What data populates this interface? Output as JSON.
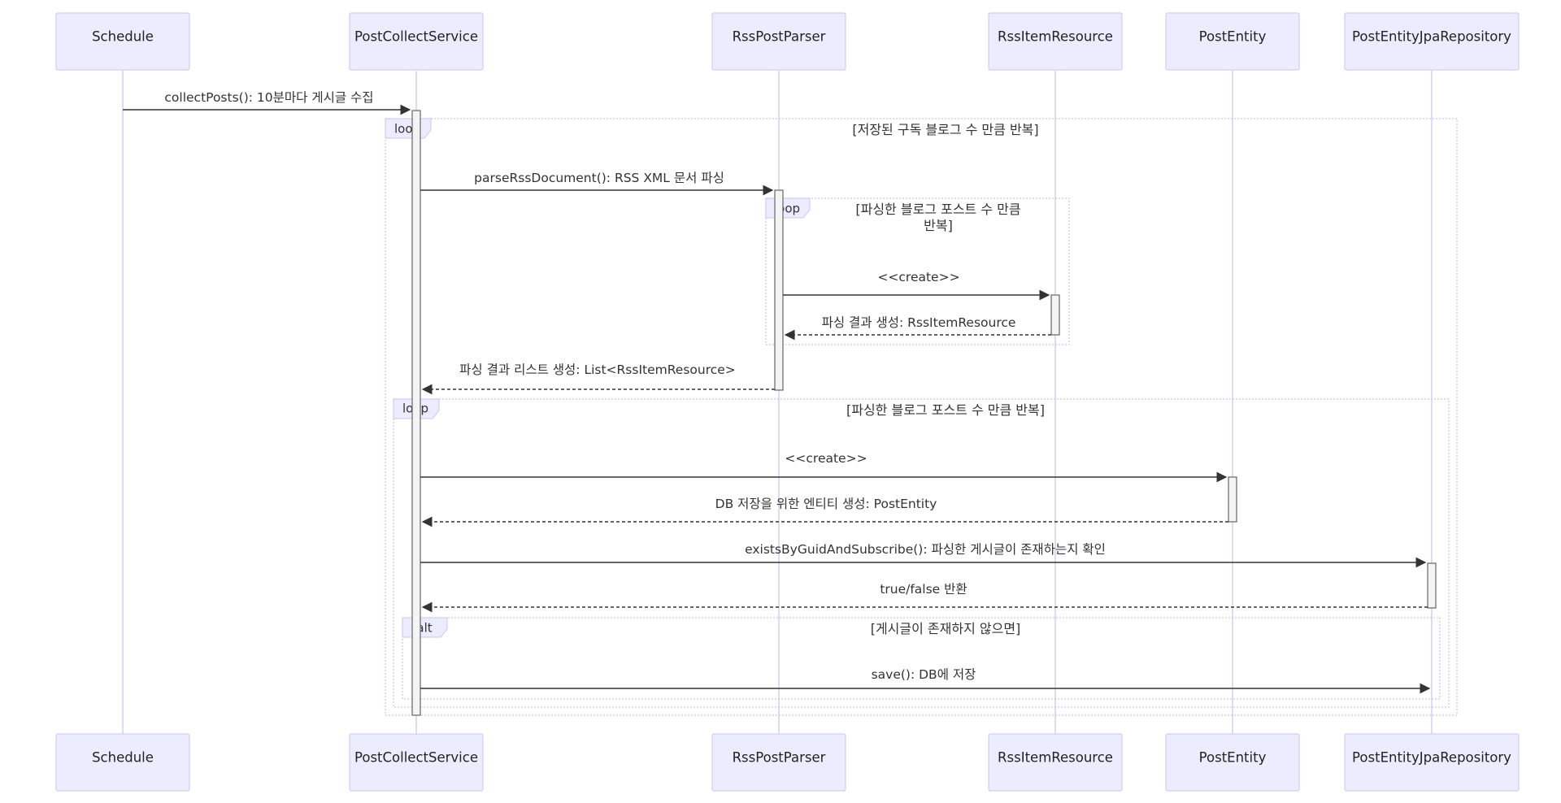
{
  "participants": [
    {
      "id": "schedule",
      "label": "Schedule"
    },
    {
      "id": "postcollect",
      "label": "PostCollectService"
    },
    {
      "id": "rssparser",
      "label": "RssPostParser"
    },
    {
      "id": "rssitem",
      "label": "RssItemResource"
    },
    {
      "id": "postentity",
      "label": "PostEntity"
    },
    {
      "id": "repo",
      "label": "PostEntityJpaRepository"
    }
  ],
  "frames": [
    {
      "id": "loop-outer",
      "kind": "loop",
      "condition": "[저장된 구독 블로그 수 만큼 반복]"
    },
    {
      "id": "loop-parse",
      "kind": "loop",
      "condition_lines": [
        "[파싱한 블로그 포스트 수 만큼",
        "반복]"
      ]
    },
    {
      "id": "loop-save",
      "kind": "loop",
      "condition": "[파싱한 블로그 포스트 수 만큼 반복]"
    },
    {
      "id": "alt-exists",
      "kind": "alt",
      "condition": "[게시글이 존재하지 않으면]"
    }
  ],
  "messages": [
    {
      "id": "m1",
      "from": "schedule",
      "to": "postcollect",
      "style": "solid",
      "text": "collectPosts(): 10분마다 게시글 수집"
    },
    {
      "id": "m2",
      "from": "postcollect",
      "to": "rssparser",
      "style": "solid",
      "text": "parseRssDocument(): RSS XML 문서 파싱"
    },
    {
      "id": "m3",
      "from": "rssparser",
      "to": "rssitem",
      "style": "solid",
      "text": "<<create>>"
    },
    {
      "id": "m4",
      "from": "rssitem",
      "to": "rssparser",
      "style": "dashed",
      "text": "파싱 결과 생성: RssItemResource"
    },
    {
      "id": "m5",
      "from": "rssparser",
      "to": "postcollect",
      "style": "dashed",
      "text": "파싱 결과 리스트 생성: List<RssItemResource>"
    },
    {
      "id": "m6",
      "from": "postcollect",
      "to": "postentity",
      "style": "solid",
      "text": "<<create>>"
    },
    {
      "id": "m7",
      "from": "postentity",
      "to": "postcollect",
      "style": "dashed",
      "text": "DB 저장을 위한 엔티티 생성: PostEntity"
    },
    {
      "id": "m8",
      "from": "postcollect",
      "to": "repo",
      "style": "solid",
      "text": "existsByGuidAndSubscribe(): 파싱한 게시글이 존재하는지 확인"
    },
    {
      "id": "m9",
      "from": "repo",
      "to": "postcollect",
      "style": "dashed",
      "text": "true/false 반환"
    },
    {
      "id": "m10",
      "from": "postcollect",
      "to": "repo",
      "style": "solid",
      "text": "save(): DB에 저장"
    }
  ],
  "colors": {
    "actor_fill": "#ececff",
    "actor_border": "#cfcff0",
    "lifeline": "#d6d3ee",
    "arrow": "#333333"
  }
}
